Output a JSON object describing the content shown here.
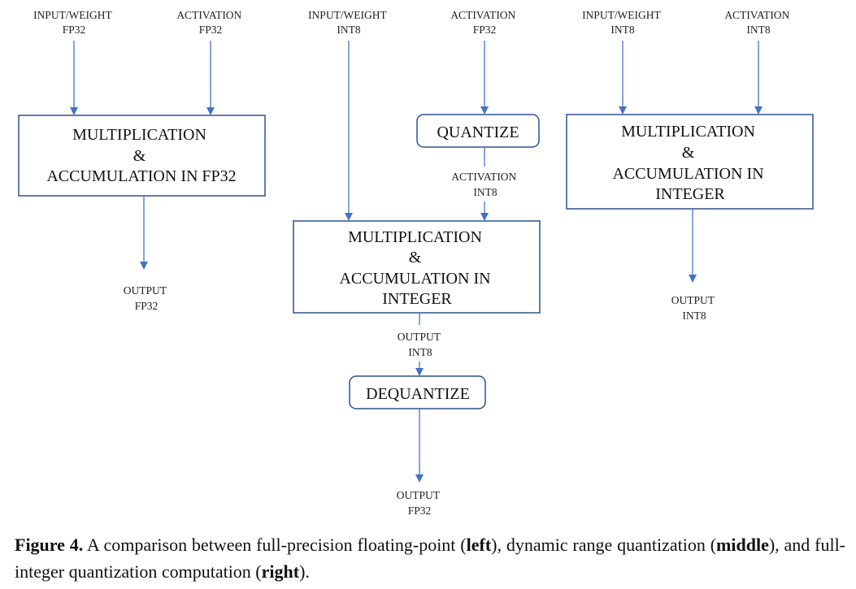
{
  "left": {
    "input_label": [
      "INPUT/WEIGHT",
      "FP32"
    ],
    "activation_label": [
      "ACTIVATION",
      "FP32"
    ],
    "box_lines": [
      "MULTIPLICATION",
      "&",
      "ACCUMULATION IN FP32"
    ],
    "output_label": [
      "OUTPUT",
      "FP32"
    ]
  },
  "middle": {
    "input_label": [
      "INPUT/WEIGHT",
      "INT8"
    ],
    "activation_label": [
      "ACTIVATION",
      "FP32"
    ],
    "quantize": "QUANTIZE",
    "activation_int8_label": [
      "ACTIVATION",
      "INT8"
    ],
    "box_lines": [
      "MULTIPLICATION",
      "&",
      "ACCUMULATION IN",
      "INTEGER"
    ],
    "output_int8_label": [
      "OUTPUT",
      "INT8"
    ],
    "dequantize": "DEQUANTIZE",
    "output_fp32_label": [
      "OUTPUT",
      "FP32"
    ]
  },
  "right": {
    "input_label": [
      "INPUT/WEIGHT",
      "INT8"
    ],
    "activation_label": [
      "ACTIVATION",
      "INT8"
    ],
    "box_lines": [
      "MULTIPLICATION",
      "&",
      "ACCUMULATION IN",
      "INTEGER"
    ],
    "output_label": [
      "OUTPUT",
      "INT8"
    ]
  },
  "caption": {
    "figure": "Figure 4.",
    "t1": " A comparison between full-precision floating-point (",
    "b1": "left",
    "t2": "), dynamic range quantization (",
    "b2": "middle",
    "t3": "), and full-integer quantization computation (",
    "b3": "right",
    "t4": ")."
  },
  "colors": {
    "arrow": "#4472c4",
    "box_border": "#2f528f"
  }
}
